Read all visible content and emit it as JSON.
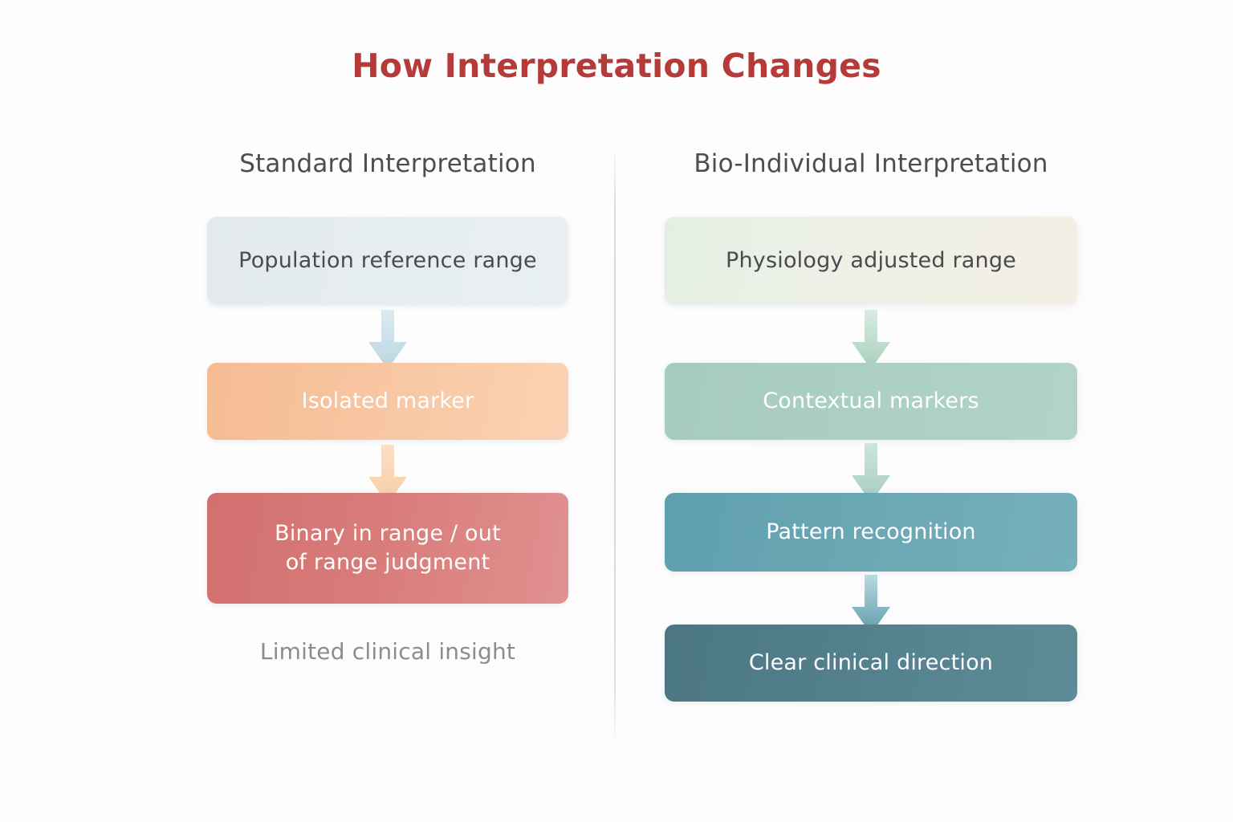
{
  "title": "How Interpretation Changes",
  "colors": {
    "title": "#b53a3a",
    "heading": "#4c4c51",
    "caption": "#8b8b91",
    "divider": "#d2d4da",
    "background": "#ffffff"
  },
  "columns": [
    {
      "id": "standard",
      "heading": "Standard Interpretation",
      "steps": [
        {
          "label": "Population reference range",
          "fill_start": "#e3eaee",
          "fill_end": "#e9eff2",
          "text_color": "#4a4a4f"
        },
        {
          "label": "Isolated marker",
          "fill_start": "#f5bc93",
          "fill_end": "#fad3b4",
          "text_color": "#ffffff"
        },
        {
          "label": "Binary in range / out\nof range judgment",
          "fill_start": "#d2706f",
          "fill_end": "#e09190",
          "text_color": "#ffffff"
        }
      ],
      "arrows": [
        {
          "color": "#c5dde6"
        },
        {
          "color": "#fad6b4"
        }
      ],
      "caption": "Limited clinical insight"
    },
    {
      "id": "bio-individual",
      "heading": "Bio-Individual Interpretation",
      "steps": [
        {
          "label": "Physiology adjusted range",
          "fill_start": "#e4efe4",
          "fill_end": "#f4efe4",
          "text_color": "#4a4a4f"
        },
        {
          "label": "Contextual markers",
          "fill_start": "#a6ccbd",
          "fill_end": "#b2d4c8",
          "text_color": "#ffffff"
        },
        {
          "label": "Pattern recognition",
          "fill_start": "#5f9fae",
          "fill_end": "#75b0bb",
          "text_color": "#ffffff"
        },
        {
          "label": "Clear clinical direction",
          "fill_start": "#4c7683",
          "fill_end": "#5d8b96",
          "text_color": "#ffffff"
        }
      ],
      "arrows": [
        {
          "color": "#a9cfbe"
        },
        {
          "color": "#a8cdc2"
        },
        {
          "color": "#6aa5b2"
        }
      ],
      "caption": ""
    }
  ]
}
